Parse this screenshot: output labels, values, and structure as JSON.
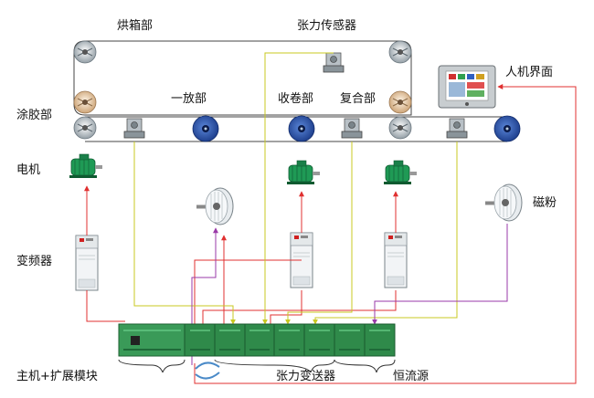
{
  "labels": {
    "oven": "烘箱部",
    "tension_sensor": "张力传感器",
    "hmi": "人机界面",
    "coating": "涂胶部",
    "unwind": "一放部",
    "rewind": "收卷部",
    "laminating": "复合部",
    "motor": "电机",
    "magnetic_powder": "磁粉",
    "inverter": "变频器",
    "plc": "主机+扩展模块",
    "tension_transmitter": "张力变送器",
    "constant_current": "恒流源"
  },
  "colors": {
    "web_line": "#444444",
    "red_link": "#e03030",
    "yellow_link": "#c8c820",
    "purple_link": "#9a3aa8",
    "plc_green": "#2f8a4a",
    "motor_green": "#1f9a55",
    "roll_blue": "#2048a0",
    "roll_grey": "#9aa6ae",
    "roll_tan": "#d9b890"
  },
  "icons": {
    "roller": "roller-icon",
    "sensor": "tension-sensor-icon",
    "motor": "motor-icon",
    "brake": "magnetic-powder-brake-icon",
    "inverter": "inverter-cabinet-icon",
    "hmi": "touch-screen-icon",
    "plc": "plc-module-icon"
  }
}
